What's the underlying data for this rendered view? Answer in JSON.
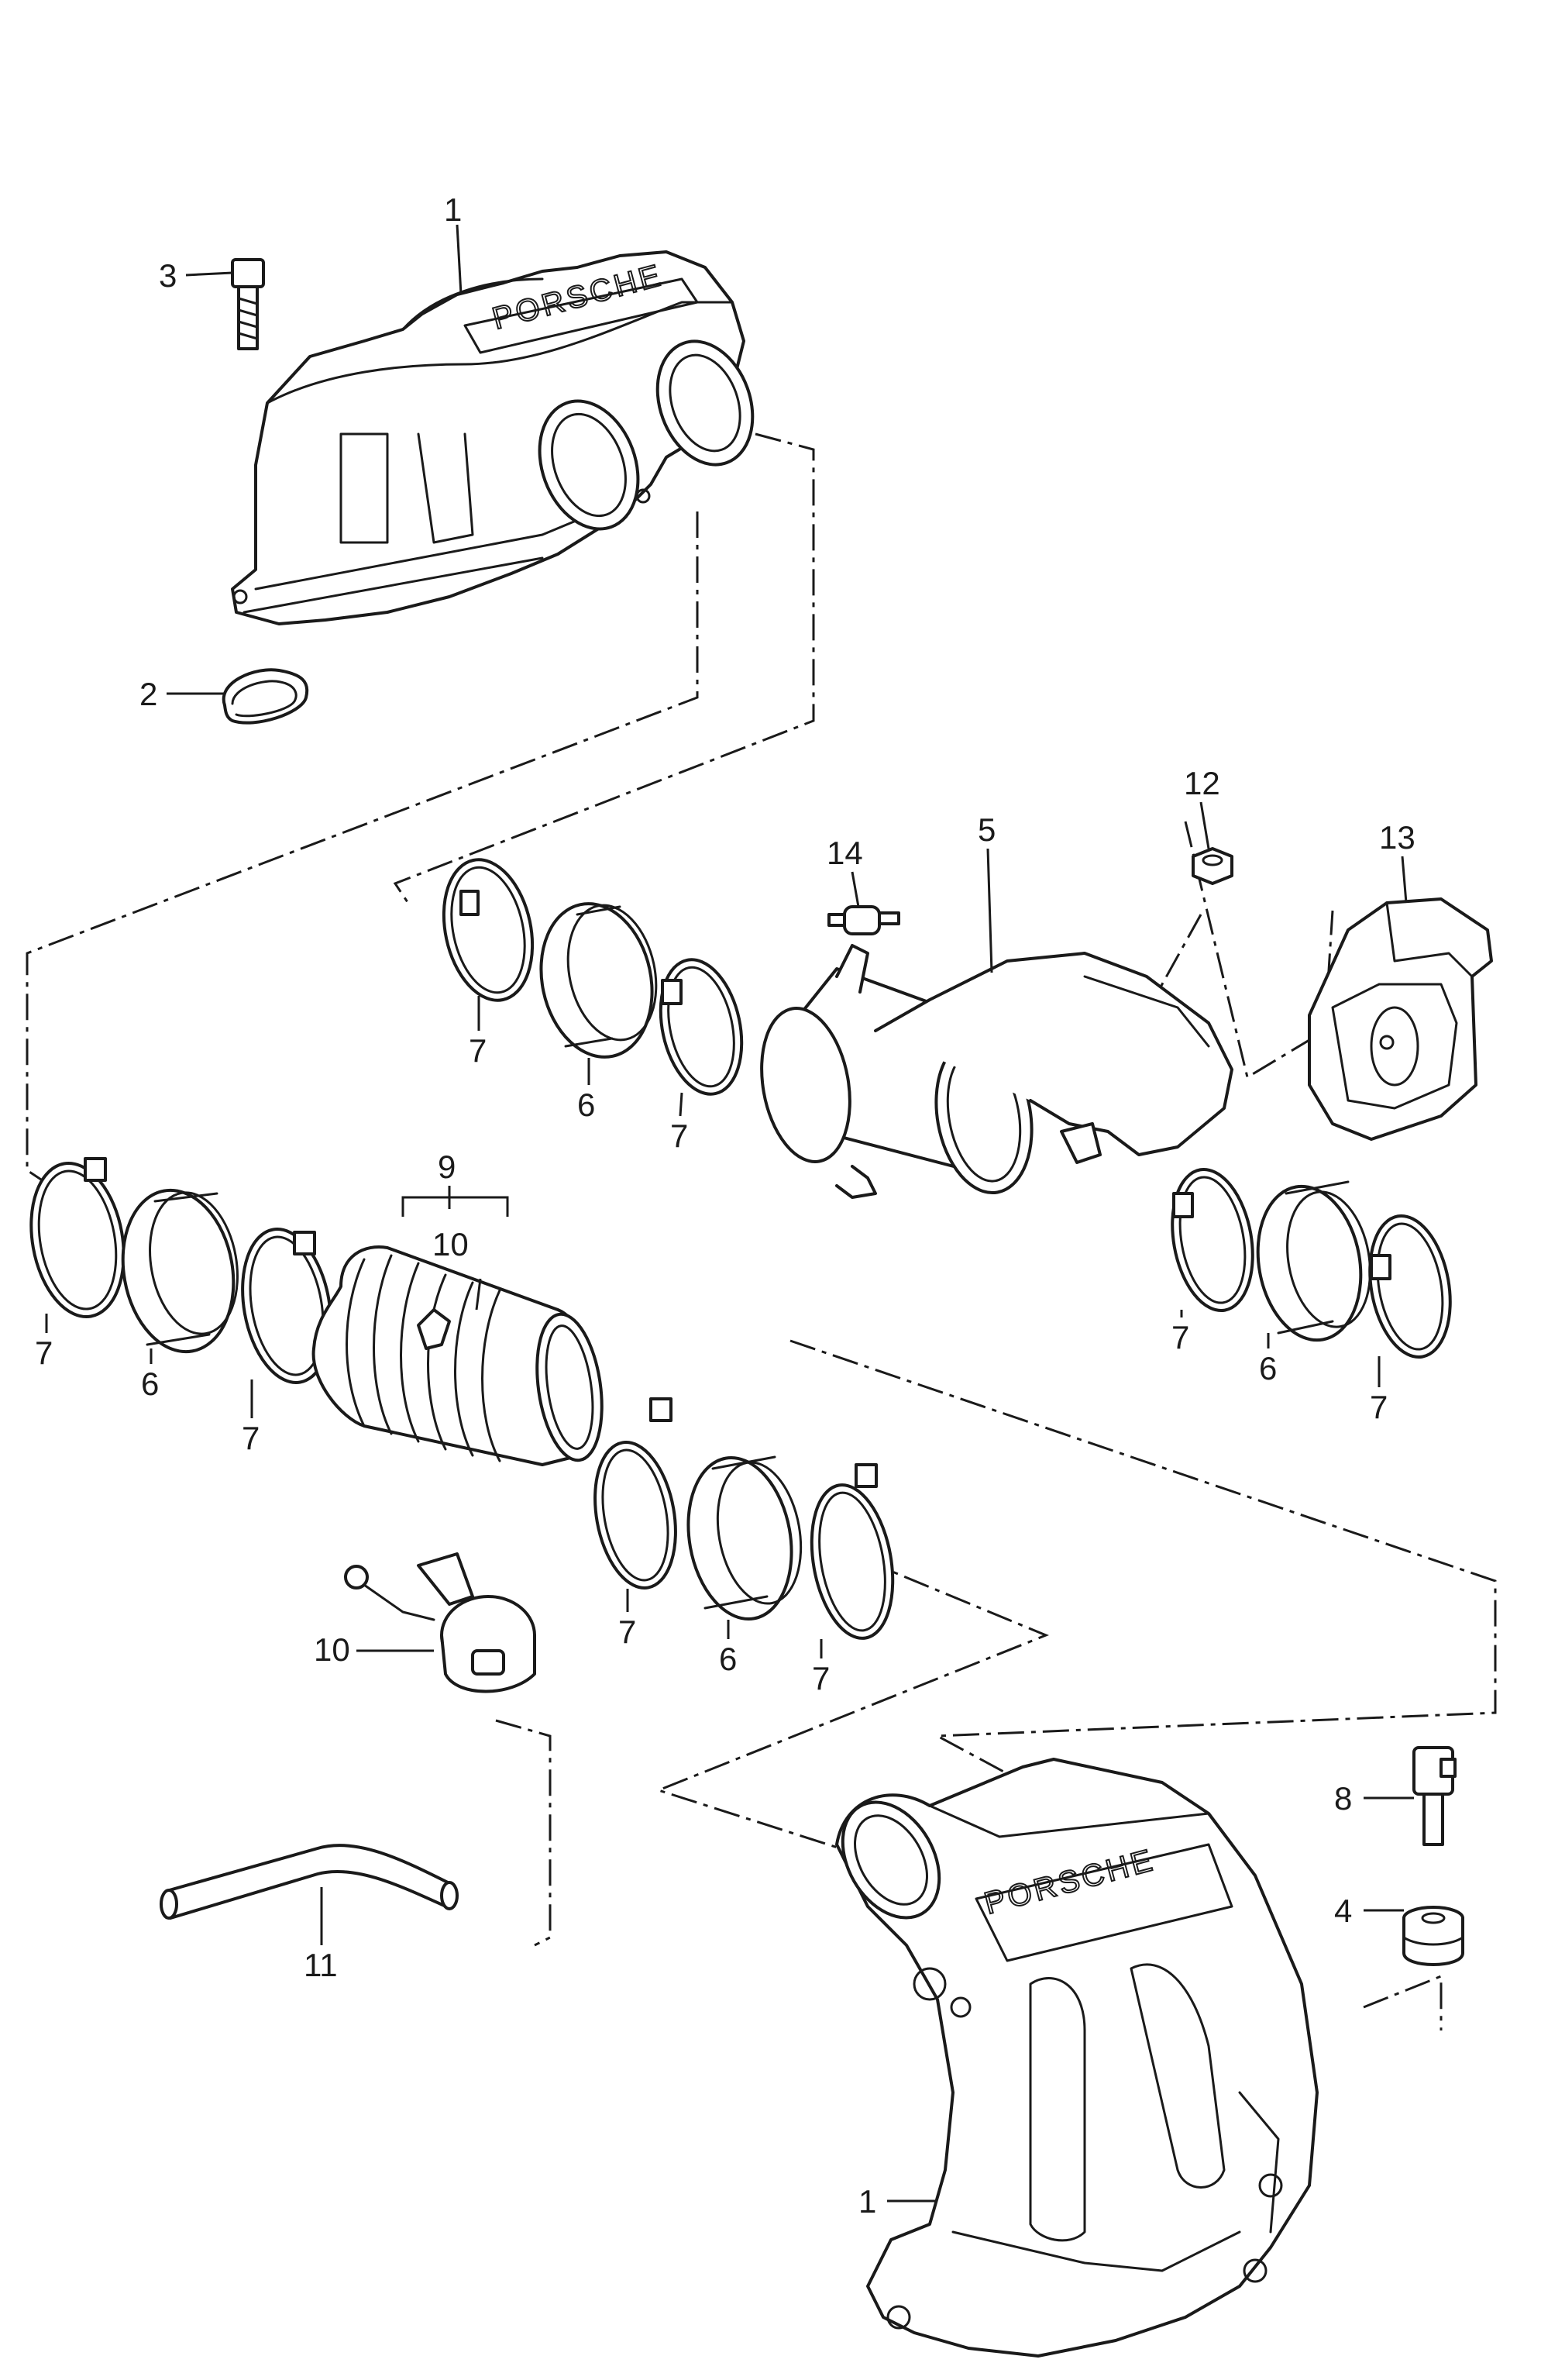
{
  "diagram": {
    "callouts": {
      "c1_top": "1",
      "c3": "3",
      "c2": "2",
      "c14": "14",
      "c5": "5",
      "c12": "12",
      "c13": "13",
      "c7_a": "7",
      "c6_a": "6",
      "c7_b": "7",
      "c9": "9",
      "c10_top": "10",
      "c7_c": "7",
      "c6_b": "6",
      "c7_d": "7",
      "c7_e": "7",
      "c6_c": "6",
      "c7_f": "7",
      "c7_g": "7",
      "c6_d": "6",
      "c7_h": "7",
      "c10_valve": "10",
      "c11": "11",
      "c8": "8",
      "c4": "4",
      "c1_bottom": "1"
    },
    "branding": {
      "top_manifold": "PORSCHE",
      "bottom_manifold": "PORSCHE"
    }
  }
}
